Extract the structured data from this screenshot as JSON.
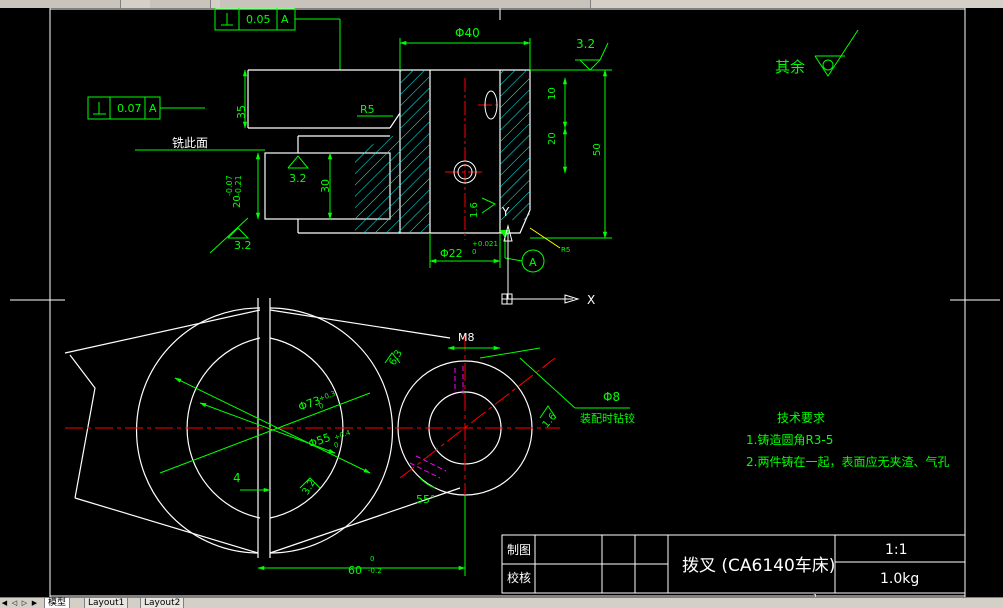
{
  "window": {
    "tabs": [
      "模型",
      "Layout1",
      "Layout2"
    ],
    "active_tab": "模型"
  },
  "colors": {
    "background": "#000000",
    "geometry": "#ffffff",
    "dimension": "#00ff00",
    "centerline": "#ff0000",
    "hatch": "#00ffff",
    "hidden": "#ff00ff",
    "text": "#ffff00",
    "leader": "#ffff00"
  },
  "drawing": {
    "top_view": {
      "tolerance_flat": {
        "value": "0.05",
        "datum": "A"
      },
      "tolerance_perp": {
        "value": "0.07",
        "datum": "A"
      },
      "dim_phi40": "Φ40",
      "roughness_top": "3.2",
      "dim_35": "35",
      "dim_r5": "R5",
      "label_mill": "铣此面",
      "dim_20_tol": "20-0.07\n-0.21",
      "dim_20_tol_main": "20",
      "dim_20_tol_sup": "-0.07",
      "dim_20_tol_sub": "-0.21",
      "roughness_left": "3.2",
      "dim_30": "30",
      "roughness_bottom": "3.2",
      "dim_10": "10",
      "dim_20": "20",
      "dim_50": "50",
      "roughness_16": "1.6",
      "dim_phi22": "Φ22",
      "dim_phi22_sup": "+0.021",
      "dim_phi22_sub": "0",
      "datum_a": "A",
      "r5_small": "R5"
    },
    "general_roughness": {
      "label": "其余"
    },
    "ucs": {
      "axis_x": "X",
      "axis_y": "Y"
    },
    "front_view": {
      "dim_phi73": "Φ73",
      "dim_phi73_sup": "+0.3",
      "dim_phi73_sub": "0",
      "dim_phi55": "Φ55",
      "dim_phi55_sup": "+0.4",
      "dim_phi55_sub": "0",
      "dim_4": "4",
      "roughness_32": "3.2",
      "roughness_63": "6.3",
      "dim_m8": "M8",
      "dim_phi8": "Φ8",
      "note_pin": "装配时钻铰",
      "roughness_16": "1.6",
      "angle_55": "55°",
      "dim_60": "60",
      "dim_60_sup": "0",
      "dim_60_sub": "-0.2"
    },
    "tech_notes": {
      "title": "技术要求",
      "line1": "1.铸造圆角R3-5",
      "line2": "2.两件铸在一起，表面应无夹渣、气孔"
    },
    "title_block": {
      "drawn_by": "制图",
      "checked_by": "校核",
      "part_name": "拨叉 (CA6140车床)",
      "scale": "1:1",
      "weight": "1.0kg",
      "sheet_mark": "1"
    }
  }
}
